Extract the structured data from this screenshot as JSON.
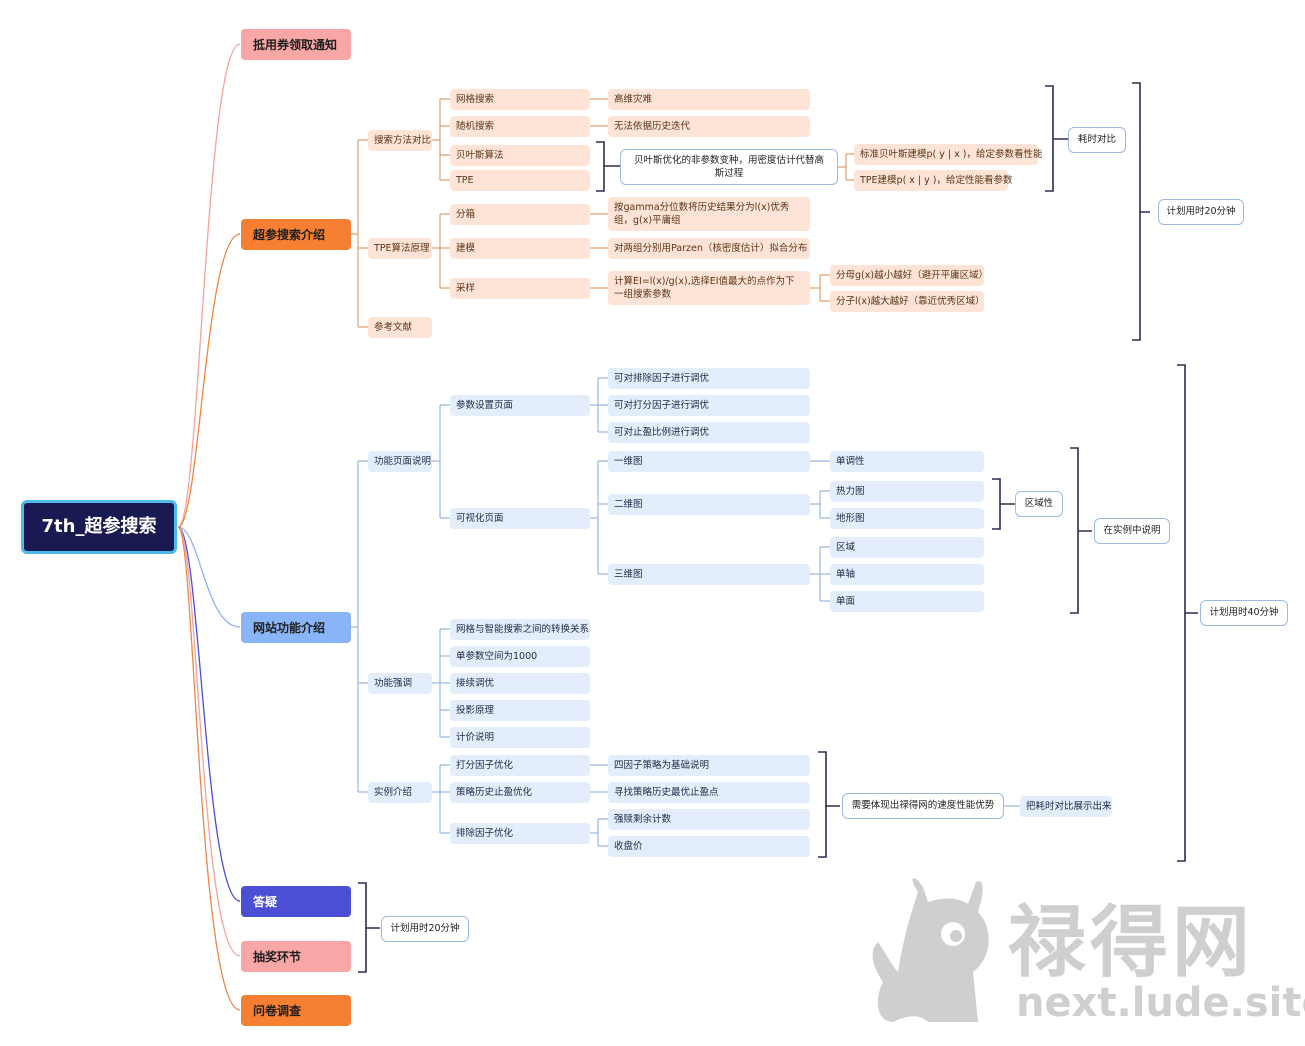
{
  "root": {
    "label": "7th_超参搜索"
  },
  "branches": {
    "coupon": "抵用券领取通知",
    "hp_intro": "超参搜索介绍",
    "site_intro": "网站功能介绍",
    "qa": "答疑",
    "lottery": "抽奖环节",
    "survey": "问卷调查"
  },
  "hp": {
    "compare": "搜索方法对比",
    "grid": "网格搜索",
    "grid_note": "高维灾难",
    "random": "随机搜索",
    "random_note": "无法依据历史迭代",
    "bayes": "贝叶斯算法",
    "tpe": "TPE",
    "bayes_tpe_summary": "贝叶斯优化的非参数变种，用密度估计代替高斯过程",
    "std_bayes": "标准贝叶斯建模p( y | x )，给定参数看性能",
    "tpe_model": "TPE建模p( x | y )，给定性能看参数",
    "time_compare": "耗时对比",
    "tpe_principle": "TPE算法原理",
    "binning": "分箱",
    "binning_note": "按gamma分位数将历史结果分为l(x)优秀组，g(x)平庸组",
    "modeling": "建模",
    "modeling_note": "对两组分别用Parzen（核密度估计）拟合分布",
    "sampling": "采样",
    "sampling_note": "计算EI=l(x)/g(x),选择EI值最大的点作为下一组搜索参数",
    "denominator": "分母g(x)越小越好（避开平庸区域）",
    "numerator": "分子l(x)越大越好（靠近优秀区域）",
    "references": "参考文献",
    "plan_time": "计划用时20分钟"
  },
  "site": {
    "pages": "功能页面说明",
    "param_page": "参数设置页面",
    "tune_exclude": "可对排除因子进行调优",
    "tune_score": "可对打分因子进行调优",
    "tune_tp": "可对止盈比例进行调优",
    "vis_page": "可视化页面",
    "one_d": "一维图",
    "monotonic": "单调性",
    "two_d": "二维图",
    "heatmap": "热力图",
    "terrain": "地形图",
    "regional": "区域性",
    "three_d": "三维图",
    "region": "区域",
    "single_axis": "单轴",
    "single_plane": "单面",
    "explain_in_case": "在实例中说明",
    "emphasis": "功能强调",
    "grid_smart": "网格与智能搜索之间的转换关系",
    "single_space": "单参数空间为1000",
    "continue_tune": "接续调优",
    "projection": "投影原理",
    "pricing": "计价说明",
    "cases": "实例介绍",
    "score_opt": "打分因子优化",
    "four_factor": "四因子策略为基础说明",
    "tp_opt": "策略历史止盈优化",
    "find_tp": "寻找策略历史最优止盈点",
    "exclude_opt": "排除因子优化",
    "weak_count": "强赎剩余计数",
    "close_price": "收盘价",
    "speed_adv": "需要体现出禄得网的速度性能优势",
    "show_time": "把耗时对比展示出来",
    "plan_time": "计划用时40分钟"
  },
  "qa_plan_time": "计划用时20分钟",
  "watermark": {
    "cn": "禄得网",
    "en": "next.lude.site",
    "icon": "bull-mascot-icon"
  },
  "colors": {
    "root_bg": "#1a1a52",
    "root_border": "#4fb8ec",
    "orange": "#f67f32",
    "pink": "#f8a6a6",
    "blue": "#8ab4f8",
    "indigo": "#4a4fd6",
    "bracket": "#2b2d52"
  }
}
